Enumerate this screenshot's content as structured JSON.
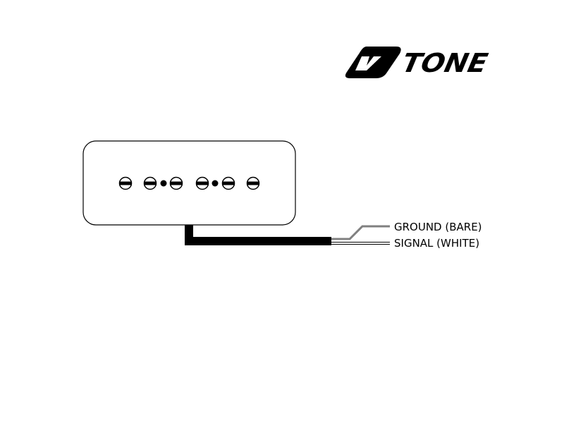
{
  "logo": {
    "text": "VTONE",
    "tail": "TONE"
  },
  "pickup": {
    "pole_count": 6
  },
  "wires": [
    {
      "label": "GROUND (BARE)",
      "color": "#808080"
    },
    {
      "label": "SIGNAL (WHITE)",
      "color": "#ffffff"
    }
  ],
  "cable_color": "#000000"
}
